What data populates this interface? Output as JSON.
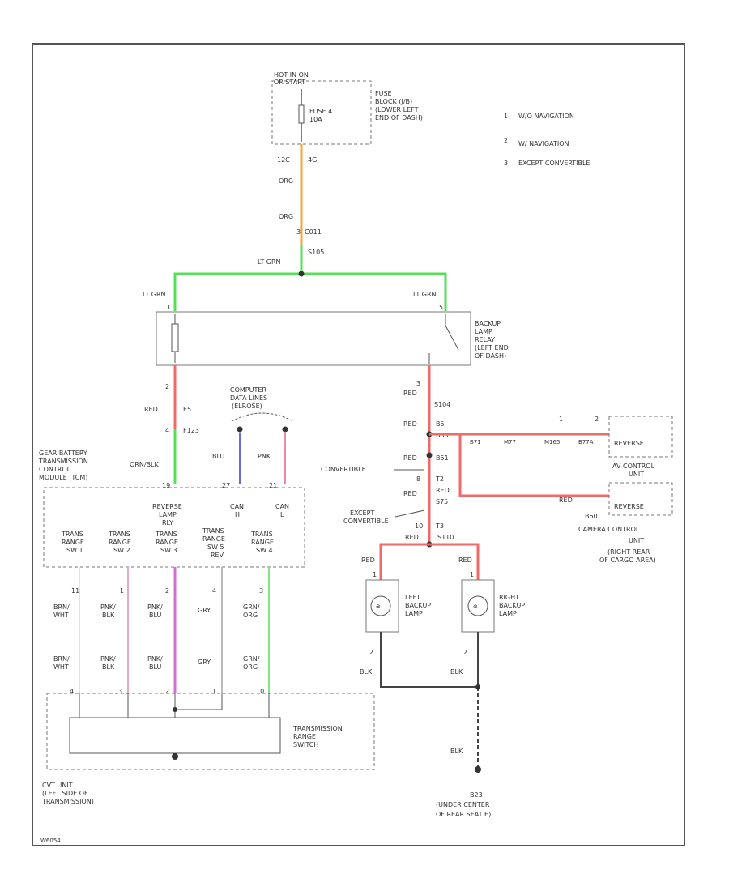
{
  "colors": {
    "orange": "#f5a33a",
    "lt_grn": "#55e055",
    "red": "#f06a6a",
    "blu": "#6a6ae0",
    "pnk": "#f08aa0",
    "yel": "#e8e8a8",
    "pnk_blk": "#e8a8c8",
    "pnk_blu": "#d070d0",
    "gry": "#bbbbbb",
    "grn_org": "#88e088",
    "black": "#333333"
  },
  "legend": {
    "items": [
      {
        "marker": "1",
        "text": "W/O NAVIGATION"
      },
      {
        "marker": "2",
        "text": "W/ NAVIGATION"
      },
      {
        "marker": "3",
        "text": "EXCEPT CONVERTIBLE"
      }
    ]
  },
  "fuse": {
    "hot_l1": "HOT IN ON",
    "hot_l2": "OR START",
    "name_l1": "FUSE 4",
    "name_l2": "10A",
    "block_l1": "FUSE",
    "block_l2": "BLOCK (J/B)",
    "block_l3": "(LOWER LEFT",
    "block_l4": "END OF DASH)",
    "pin_left": "12C",
    "pin_right": "4G",
    "wire1": "ORG",
    "wire2": "ORG",
    "conn1": "3",
    "conn2": "C011",
    "splice": "S105"
  },
  "wires": {
    "lt_grn_top": "LT GRN",
    "lt_grn_left": "LT GRN",
    "lt_grn_right": "LT GRN",
    "red_relay_left": "RED",
    "red_relay_right": "RED",
    "red_x": "RED",
    "red_bk": "RED",
    "red_t2": "RED",
    "red_lower": "RED",
    "red_left_lamp": "RED",
    "red_right_lamp": "RED",
    "red_cam": "RED",
    "orn_blk": "ORN/BLK",
    "blu": "BLU",
    "pnk": "PNK",
    "blk_left": "BLK",
    "blk_right": "BLK",
    "blk_ground": "BLK"
  },
  "relay": {
    "name_l1": "BACKUP",
    "name_l2": "LAMP",
    "name_l3": "RELAY",
    "name_l4": "(LEFT END",
    "name_l5": "OF DASH)",
    "pin_left_top": "1",
    "pin_left_bottom": "2",
    "pin_right_top": "5",
    "pin_right_bottom": "3",
    "c_left1": "E5",
    "c_left2": "F123",
    "c_right1": "S104",
    "pin_a4": "4"
  },
  "computer": {
    "l1": "COMPUTER",
    "l2": "DATA LINES",
    "l3": "(ELROSE)"
  },
  "tcm": {
    "l1": "GEAR BATTERY",
    "l2": "TRANSMISSION",
    "l3": "CONTROL",
    "l4": "MODULE (TCM)",
    "pin_relay": "19",
    "pin_canh": "27",
    "pin_canl": "21",
    "reverse_l1": "REVERSE",
    "reverse_l2": "LAMP",
    "reverse_l3": "RLY",
    "canh_l1": "CAN",
    "canh_l2": "H",
    "canl_l1": "CAN",
    "canl_l2": "L"
  },
  "trans_inputs": [
    {
      "l1": "TRANS",
      "l2": "RANGE",
      "l3": "SW 1",
      "pin": "11",
      "w1a": "BRN/",
      "w1b": "WHT",
      "w2a": "BRN/",
      "w2b": "WHT",
      "conn": "4"
    },
    {
      "l1": "TRANS",
      "l2": "RANGE",
      "l3": "SW 2",
      "pin": "1",
      "w1a": "PNK/",
      "w1b": "BLK",
      "w2a": "PNK/",
      "w2b": "BLK",
      "conn": "3"
    },
    {
      "l1": "TRANS",
      "l2": "RANGE",
      "l3": "SW 3",
      "pin": "2",
      "w1a": "PNK/",
      "w1b": "BLU",
      "w2a": "PNK/",
      "w2b": "BLU",
      "conn": "2"
    },
    {
      "l1": "TRANS",
      "l2": "RANGE",
      "l3": "SW 5",
      "l4": "REV",
      "pin": "4",
      "w1a": "GRY",
      "w1b": "",
      "w2a": "GRY",
      "w2b": "",
      "conn": "1"
    },
    {
      "l1": "TRANS",
      "l2": "RANGE",
      "l3": "SW 4",
      "pin": "3",
      "w1a": "GRN/",
      "w1b": "ORG",
      "w2a": "GRN/",
      "w2b": "ORG",
      "conn": "10"
    }
  ],
  "switch": {
    "l1": "TRANSMISSION",
    "l2": "RANGE",
    "l3": "SWITCH",
    "unit_l1": "CVT UNIT",
    "unit_l2": "(LEFT SIDE OF",
    "unit_l3": "TRANSMISSION)"
  },
  "right_chain": {
    "convertible": "CONVERTIBLE",
    "except_l1": "EXCEPT",
    "except_l2": "CONVERTIBLE",
    "b5": "B5",
    "b50": "B50",
    "b51": "B51",
    "t2": "T2",
    "t3": "T3",
    "s75": "S75",
    "s110": "S110",
    "pin8": "8",
    "pin10": "10"
  },
  "camera": {
    "pins_top_a": "1",
    "pins_top_b": "2",
    "c_top": [
      "B71",
      "M77",
      "M165",
      "B77A"
    ],
    "c_red": "RED",
    "reverse_top": "REVERSE",
    "av_l1": "AV CONTROL",
    "av_l2": "UNIT",
    "reverse_bot": "REVERSE",
    "b60": "B60",
    "cam_l1": "CAMERA CONTROL",
    "cam_l2": "UNIT",
    "cam_l3": "(RIGHT REAR",
    "cam_l4": "OF CARGO AREA)"
  },
  "lamps": {
    "left_l1": "LEFT",
    "left_l2": "BACKUP",
    "left_l3": "LAMP",
    "right_l1": "RIGHT",
    "right_l2": "BACKUP",
    "right_l3": "LAMP",
    "pin_top": "1",
    "pin_bot": "2"
  },
  "ground": {
    "id": "B23",
    "l1": "(UNDER CENTER",
    "l2": "OF REAR SEAT E)"
  },
  "footer": {
    "code": "W6054"
  }
}
